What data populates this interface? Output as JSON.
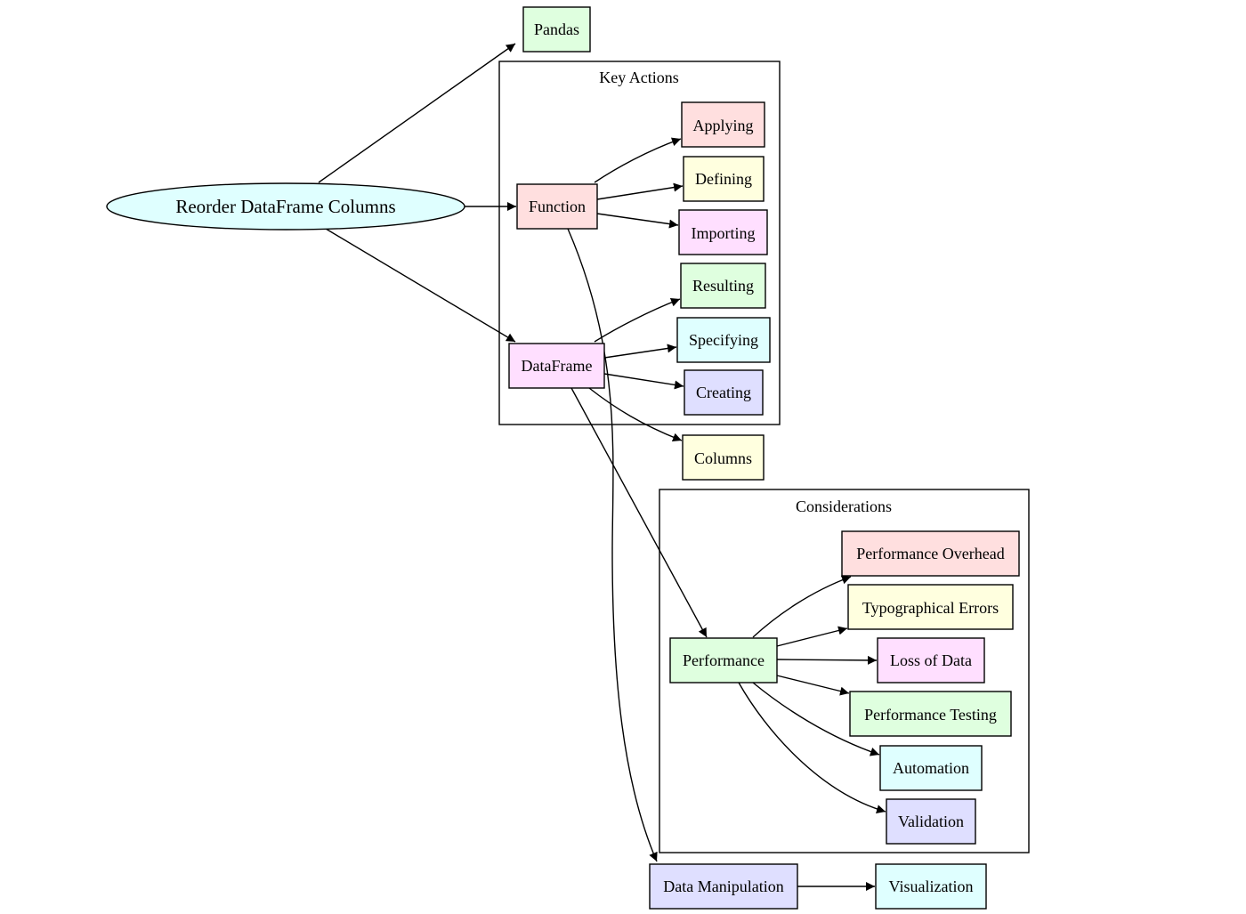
{
  "colors": {
    "root": "#dfffff",
    "pink": "#ffdfdf",
    "yellow": "#ffffdf",
    "magenta": "#ffdfff",
    "green": "#dfffdf",
    "cyan": "#dfffff",
    "lavender": "#dfdfff"
  },
  "clusters": {
    "key_actions": "Key Actions",
    "considerations": "Considerations"
  },
  "nodes": {
    "root": "Reorder DataFrame Columns",
    "pandas": "Pandas",
    "function": "Function",
    "applying": "Applying",
    "defining": "Defining",
    "importing": "Importing",
    "dataframe": "DataFrame",
    "resulting": "Resulting",
    "specifying": "Specifying",
    "creating": "Creating",
    "columns": "Columns",
    "performance": "Performance",
    "performance_overhead": "Performance Overhead",
    "typographical_errors": "Typographical Errors",
    "loss_of_data": "Loss of Data",
    "performance_testing": "Performance Testing",
    "automation": "Automation",
    "validation": "Validation",
    "data_manipulation": "Data Manipulation",
    "visualization": "Visualization"
  }
}
